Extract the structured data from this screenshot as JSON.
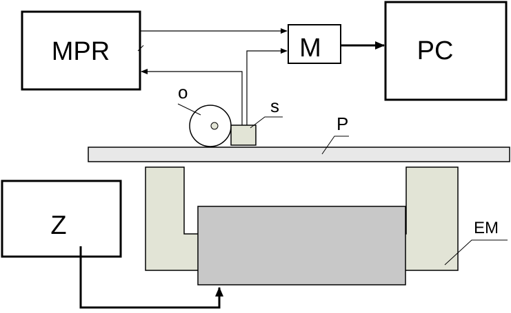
{
  "labels": {
    "mpr": "MPR",
    "m": "M",
    "pc": "PC",
    "o": "o",
    "s": "s",
    "p": "P",
    "z": "Z",
    "em": "EM"
  },
  "colors": {
    "plate_fill": "#e8e8e8",
    "magnet_core_fill": "#c8c8c8",
    "magnet_yoke_fill": "#e2e4d6",
    "sensor_fill": "#e2e4d6",
    "stroke": "#000000"
  }
}
